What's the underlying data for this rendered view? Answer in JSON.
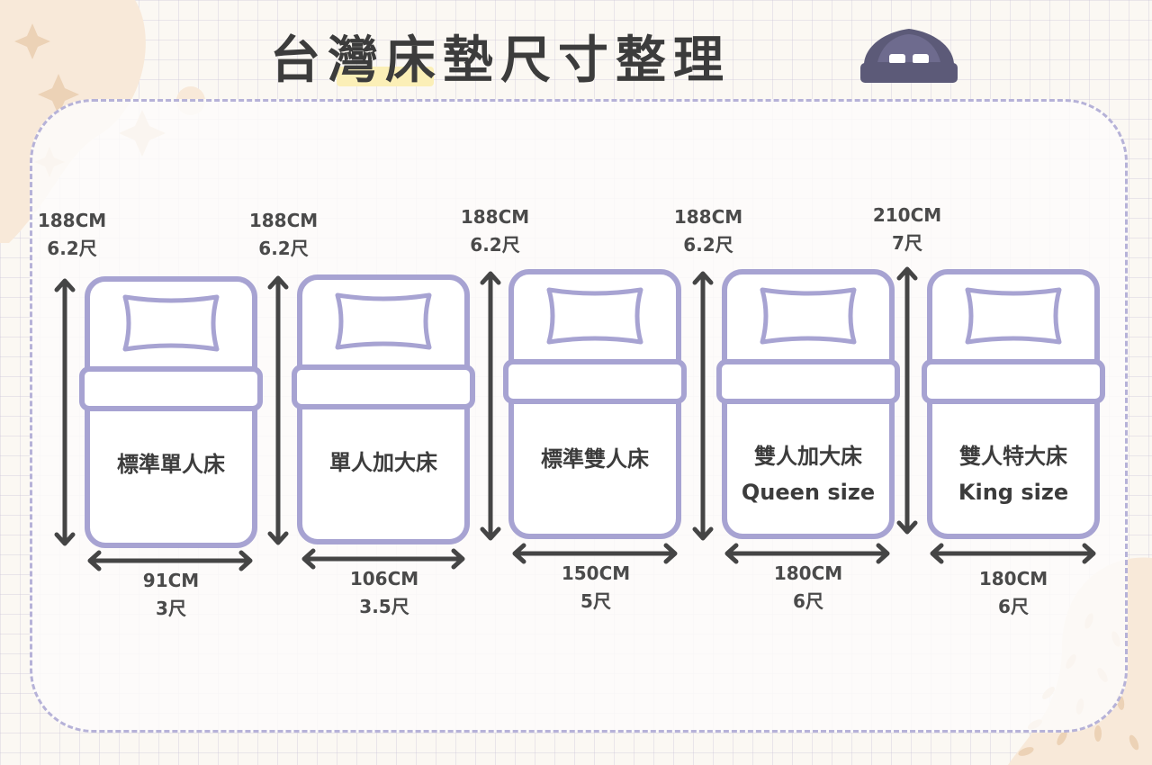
{
  "title": "台灣床墊尺寸整理",
  "colors": {
    "bed_outline": "#a7a3d2",
    "arrow": "#454545",
    "frame": "#b6b2d8",
    "accent_yellow": "#fbefb7",
    "blob": "#f8e9d9",
    "sparkle": "#ecd2b6"
  },
  "beds": [
    {
      "name": "標準單人床",
      "sub": "",
      "length_cm": "188CM",
      "length_chi": "6.2尺",
      "width_cm": "91CM",
      "width_chi": "3尺"
    },
    {
      "name": "單人加大床",
      "sub": "",
      "length_cm": "188CM",
      "length_chi": "6.2尺",
      "width_cm": "106CM",
      "width_chi": "3.5尺"
    },
    {
      "name": "標準雙人床",
      "sub": "",
      "length_cm": "188CM",
      "length_chi": "6.2尺",
      "width_cm": "150CM",
      "width_chi": "5尺"
    },
    {
      "name": "雙人加大床",
      "sub": "Queen size",
      "length_cm": "188CM",
      "length_chi": "6.2尺",
      "width_cm": "180CM",
      "width_chi": "6尺"
    },
    {
      "name": "雙人特大床",
      "sub": "King size",
      "length_cm": "210CM",
      "length_chi": "7尺",
      "width_cm": "180CM",
      "width_chi": "6尺"
    }
  ]
}
